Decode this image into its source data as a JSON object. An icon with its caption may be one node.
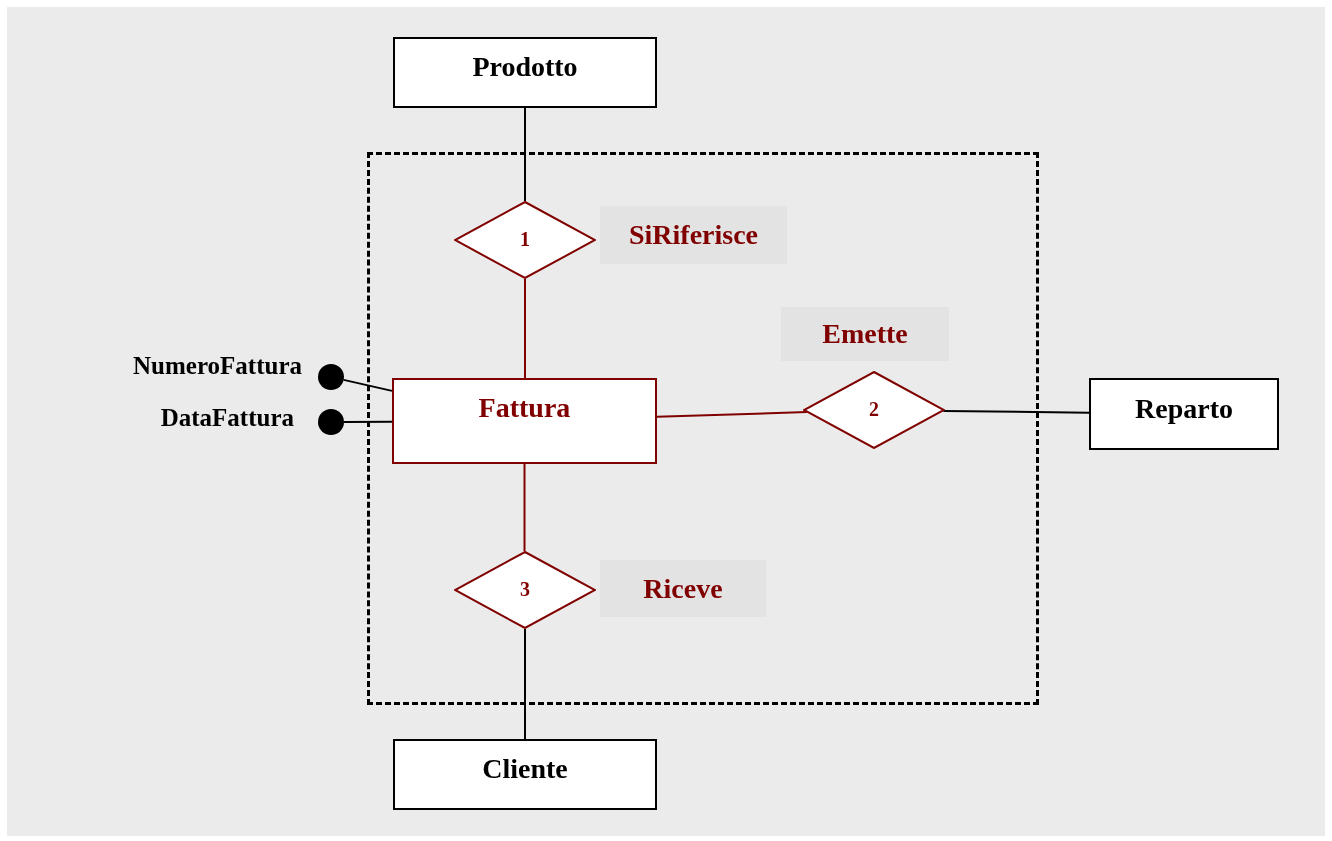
{
  "diagram": {
    "nodes": [
      {
        "text": [
          "Prodotto"
        ]
      },
      {
        "text": [],
        "shape": "box"
      },
      {
        "text": [
          "1"
        ],
        "in": 1,
        "beside": [
          "SiRiferisce"
        ]
      },
      {
        "text": [],
        "shape": "circle",
        "beside": [
          "NumeroFattura"
        ]
      },
      {
        "text": [],
        "shape": "circle",
        "beside": [
          "DataFattura"
        ]
      },
      {
        "text": [
          "Fattura"
        ],
        "in": 1
      },
      {
        "text": [
          "2"
        ],
        "in": 1,
        "beside": [
          "Emette"
        ]
      },
      {
        "text": [
          "Reparto"
        ]
      },
      {
        "text": [
          "3"
        ],
        "in": 1,
        "beside": [
          "Riceve"
        ]
      },
      {
        "text": [
          "Cliente"
        ]
      }
    ],
    "edges": [
      {
        "from": 0,
        "to": 2,
        "arrow": "none"
      },
      {
        "from": 2,
        "to": 5,
        "arrow": "none",
        "color": "#800000"
      },
      {
        "from": 3,
        "to": 5,
        "arrow": "none"
      },
      {
        "from": 4,
        "to": 5,
        "arrow": "none"
      },
      {
        "from": 5,
        "to": 6,
        "arrow": "none",
        "color": "#800000"
      },
      {
        "from": 6,
        "to": 7,
        "arrow": "none"
      },
      {
        "from": 5,
        "to": 8,
        "arrow": "none",
        "color": "#800000"
      },
      {
        "from": 8,
        "to": 9,
        "arrow": "none"
      }
    ]
  }
}
